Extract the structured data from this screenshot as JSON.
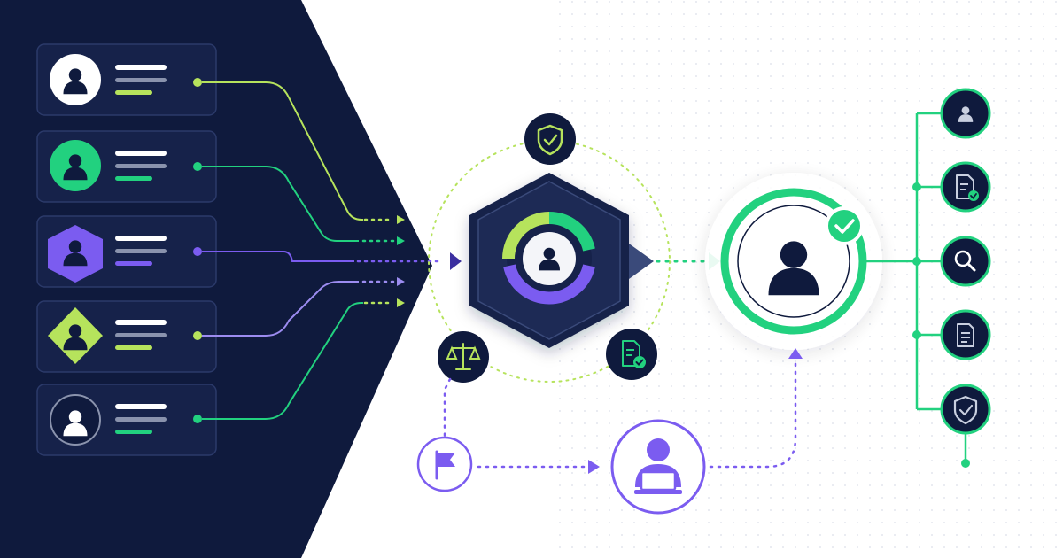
{
  "colors": {
    "navy": "#0f1a3d",
    "navy_card": "#16224a",
    "card_border": "#2b3a6a",
    "green": "#22d17f",
    "lime": "#b6e35c",
    "purple": "#7b5cf0",
    "gray_line": "#8a93ad",
    "white": "#ffffff"
  },
  "profile_cards": [
    {
      "avatar_style": "white-circle",
      "accent": "lime"
    },
    {
      "avatar_style": "green-circle",
      "accent": "green"
    },
    {
      "avatar_style": "purple-hexagon",
      "accent": "purple"
    },
    {
      "avatar_style": "lime-diamond",
      "accent": "lime"
    },
    {
      "avatar_style": "outlined-circle",
      "accent": "green"
    }
  ],
  "hub": {
    "icon": "user-icon",
    "ring_colors": [
      "lime",
      "green",
      "purple"
    ]
  },
  "satellites": [
    "shield-check-icon",
    "scales-icon",
    "document-check-icon"
  ],
  "review_flow": [
    "flag-icon",
    "reviewer-laptop-icon"
  ],
  "verified_identity": {
    "icon": "user-icon",
    "badge": "check-icon"
  },
  "outputs": [
    "user-icon",
    "document-check-icon",
    "search-icon",
    "document-icon",
    "shield-check-icon"
  ]
}
